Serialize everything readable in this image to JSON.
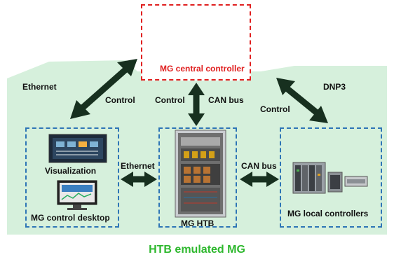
{
  "diagram": {
    "central_controller": {
      "label": "MG central controller"
    },
    "visualization_box": {
      "label": "Visualization",
      "desktop_label": "MG control desktop"
    },
    "htb_box": {
      "label": "MG HTB"
    },
    "local_box": {
      "label": "MG local controllers"
    },
    "links": {
      "left_top_ethernet": "Ethernet",
      "left_control": "Control",
      "center_control": "Control",
      "center_canbus": "CAN bus",
      "right_dnp3": "DNP3",
      "right_control": "Control",
      "mid_left_ethernet": "Ethernet",
      "mid_right_canbus": "CAN bus"
    },
    "footer_title": "HTB emulated MG",
    "colors": {
      "region_fill": "#d6f0dc",
      "arrow": "#17301f",
      "box_border": "#2e75b6",
      "central_border": "#e02020",
      "title_green": "#2eb82e"
    }
  }
}
